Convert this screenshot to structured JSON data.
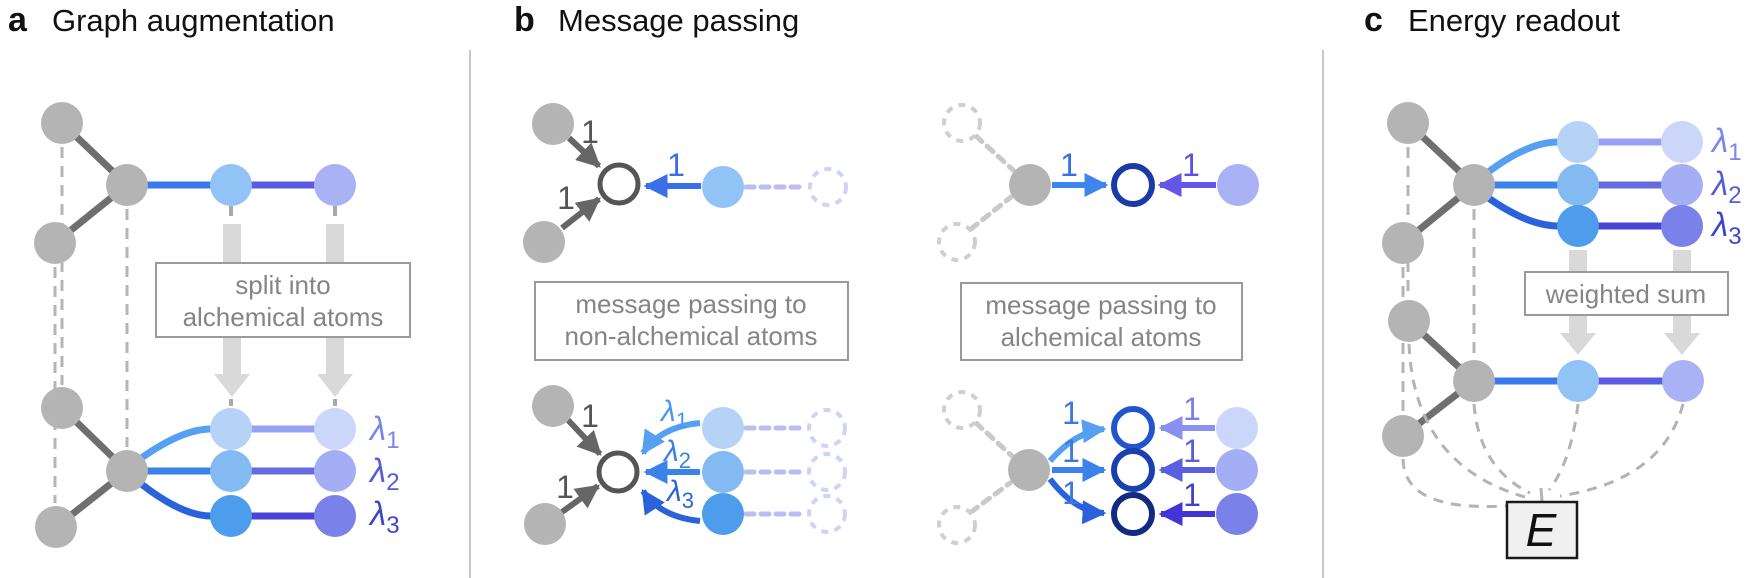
{
  "figure": {
    "panel_a": {
      "label": "a",
      "title": "Graph augmentation",
      "box_lines": [
        "split into",
        "alchemical atoms"
      ],
      "lambda_symbol": "λ",
      "lambda_subs": [
        "1",
        "2",
        "3"
      ]
    },
    "panel_b": {
      "label": "b",
      "title": "Message passing",
      "left_box_lines": [
        "message passing to",
        "non-alchemical atoms"
      ],
      "right_box_lines": [
        "message passing to",
        "alchemical atoms"
      ],
      "edge_weight": "1",
      "lambda_symbol": "λ",
      "lambda_subs": [
        "1",
        "2",
        "3"
      ]
    },
    "panel_c": {
      "label": "c",
      "title": "Energy readout",
      "box_text": "weighted sum",
      "energy_symbol": "E",
      "lambda_symbol": "λ",
      "lambda_subs": [
        "1",
        "2",
        "3"
      ]
    },
    "colors": {
      "node_gray": "#b4b4b4",
      "bond_gray": "#6f6f6f",
      "dash_gray": "#b5b5b5",
      "ghost_gray": "#cfcfcf",
      "ghost_periwinkle": "#ccd3f8",
      "dash_periwinkle": "#b9bdf2",
      "alchemical_blue": [
        "#b5d2f7",
        "#84baf2",
        "#4e9cec"
      ],
      "alchemical_periwinkle": [
        "#ccd5fa",
        "#a3aef4",
        "#7a81e9"
      ],
      "single_blue": "#92c3f6",
      "single_periwinkle": "#a9b2f5",
      "bond_blue": "#3a78ed",
      "bond_indigo": "#5b5ae4",
      "row_bonds": [
        "#97a0f3",
        "#666be0",
        "#4943d6"
      ],
      "fan_arrows_blue": [
        "#55a0f0",
        "#3b82ea",
        "#2a62dc"
      ],
      "arrows_purple": [
        "#8a90f0",
        "#5a5fe0",
        "#4334d8"
      ],
      "ring_gray": "#555555",
      "ring_navy": [
        "#2255cc",
        "#1a3fae",
        "#122a80"
      ],
      "lambda_text": [
        "#7b86ec",
        "#565cd8",
        "#3f44c8"
      ],
      "lambda_arrow_text": [
        "#4a97f0",
        "#3b7fe4",
        "#2c64d8"
      ],
      "weight_blue": "#3b6fe8",
      "weight_purple": "#5d52dc",
      "big_arrow_gray": "#d9d9d9",
      "box_border": "#9a9a9a",
      "box_text": "#858585",
      "energy_box_fill": "#f0f0f0",
      "energy_box_border": "#1a1a1a"
    }
  }
}
